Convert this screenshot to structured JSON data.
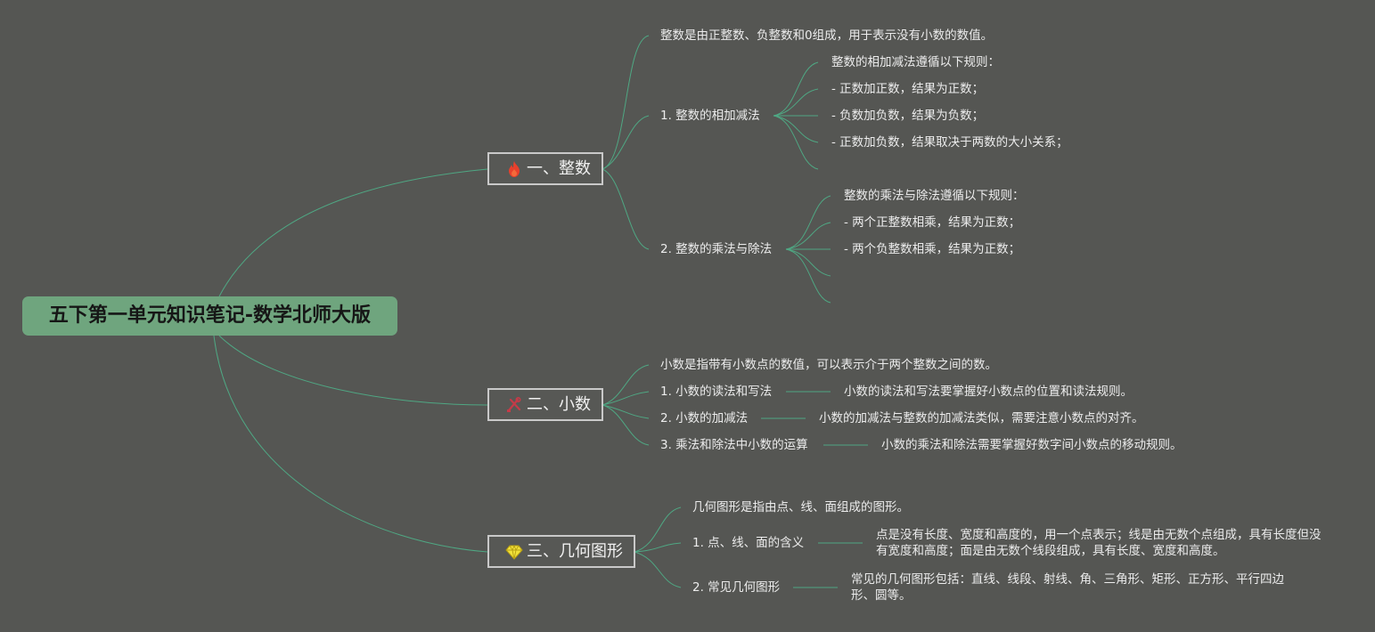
{
  "root": {
    "label": "五下第一单元知识笔记-数学北师大版"
  },
  "sections": [
    {
      "label": "一、整数",
      "icon": "fire-icon",
      "intro": "整数是由正整数、负整数和0组成，用于表示没有小数的数值。",
      "items": [
        {
          "label": "1. 整数的相加减法",
          "details": [
            "整数的相加减法遵循以下规则：",
            "- 正数加正数，结果为正数；",
            "- 负数加负数，结果为负数；",
            "- 正数加负数，结果取决于两数的大小关系；"
          ]
        },
        {
          "label": "2. 整数的乘法与除法",
          "details": [
            "整数的乘法与除法遵循以下规则：",
            "- 两个正整数相乘，结果为正数；",
            "- 两个负整数相乘，结果为正数；"
          ]
        }
      ]
    },
    {
      "label": "二、小数",
      "icon": "tools-icon",
      "intro": "小数是指带有小数点的数值，可以表示介于两个整数之间的数。",
      "items": [
        {
          "label": "1. 小数的读法和写法",
          "detail": "小数的读法和写法要掌握好小数点的位置和读法规则。"
        },
        {
          "label": "2. 小数的加减法",
          "detail": "小数的加减法与整数的加减法类似，需要注意小数点的对齐。"
        },
        {
          "label": "3. 乘法和除法中小数的运算",
          "detail": "小数的乘法和除法需要掌握好数字间小数点的移动规则。"
        }
      ]
    },
    {
      "label": "三、几何图形",
      "icon": "diamond-icon",
      "intro": "几何图形是指由点、线、面组成的图形。",
      "items": [
        {
          "label": "1. 点、线、面的含义",
          "detail": "点是没有长度、宽度和高度的，用一个点表示；线是由无数个点组成，具有长度但没有宽度和高度；面是由无数个线段组成，具有长度、宽度和高度。"
        },
        {
          "label": "2. 常见几何图形",
          "detail": "常见的几何图形包括：直线、线段、射线、角、三角形、矩形、正方形、平行四边形、圆等。"
        }
      ]
    }
  ],
  "colors": {
    "background": "#555653",
    "root_fill": "#6fa57e",
    "branch_line": "#4fa783",
    "node_border": "#c9c9c9"
  }
}
